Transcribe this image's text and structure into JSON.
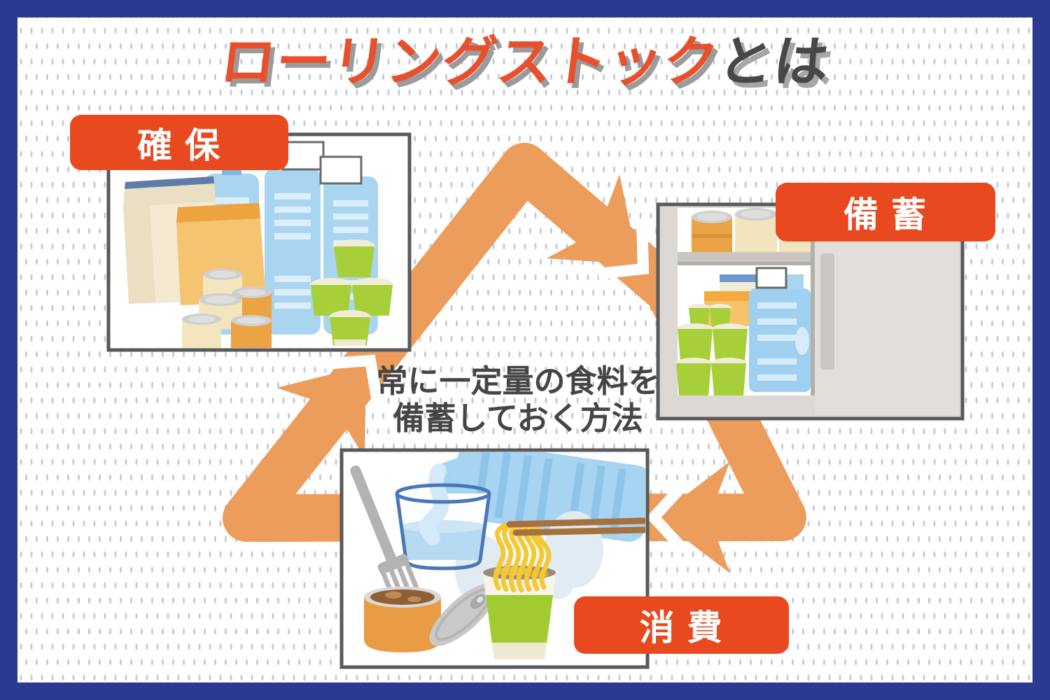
{
  "title": {
    "main": "ローリングストック",
    "suffix": "とは"
  },
  "center_note": {
    "line1": "常に一定量の食料を",
    "line2": "備蓄しておく方法"
  },
  "steps": [
    {
      "id": "secure",
      "label": "確 保",
      "illustration": "emergency food supplies: paper bags, water bottles, canned food, cup noodles"
    },
    {
      "id": "stockpile",
      "label": "備 蓄",
      "illustration": "storage cupboard stocked with cans, cups, water bottles"
    },
    {
      "id": "consume",
      "label": "消 費",
      "illustration": "eating stored food: pouring water, canned food with fork, cup noodles with chopsticks"
    }
  ],
  "colors": {
    "frame_blue": "#2b3990",
    "label_red": "#e8491f",
    "title_red": "#e8502b",
    "title_dark": "#474747",
    "arrow_orange": "#ec9c5b",
    "panel_border_gray": "#58595b",
    "dot_gray": "#c7cbd7"
  }
}
